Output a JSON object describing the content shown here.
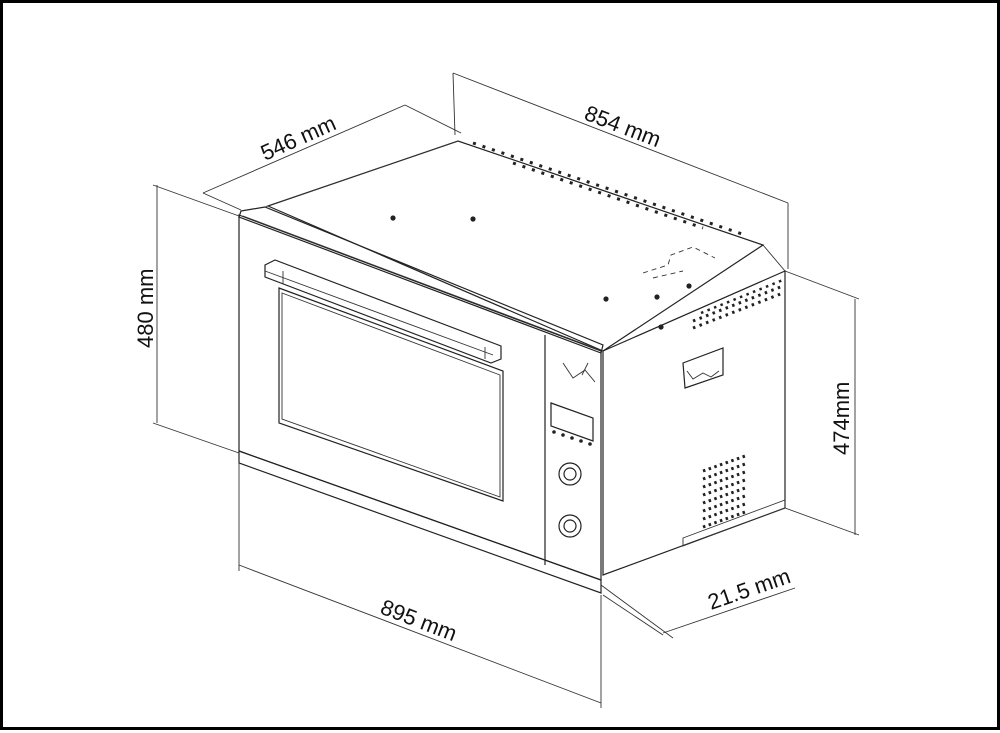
{
  "dimensions": {
    "depth": "546 mm",
    "top_width": "854 mm",
    "front_height": "480 mm",
    "side_height": "474mm",
    "panel_offset": "21.5 mm",
    "front_width": "895 mm"
  }
}
